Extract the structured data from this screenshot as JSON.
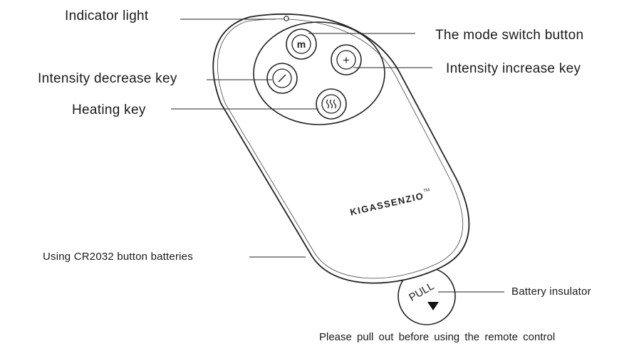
{
  "labels": {
    "indicator_light": "Indicator light",
    "mode_switch": "The mode switch button",
    "intensity_increase": "Intensity increase key",
    "intensity_decrease": "Intensity decrease key",
    "heating_key": "Heating key",
    "battery": "Using CR2032 button batteries",
    "battery_insulator": "Battery insulator"
  },
  "remote": {
    "brand": "KIGASSENZIO",
    "trademark": "TM",
    "pull_tab": "PULL",
    "buttons": {
      "mode": "m",
      "plus": "+",
      "minus": "−"
    }
  },
  "note": "Please pull out before using the remote control"
}
